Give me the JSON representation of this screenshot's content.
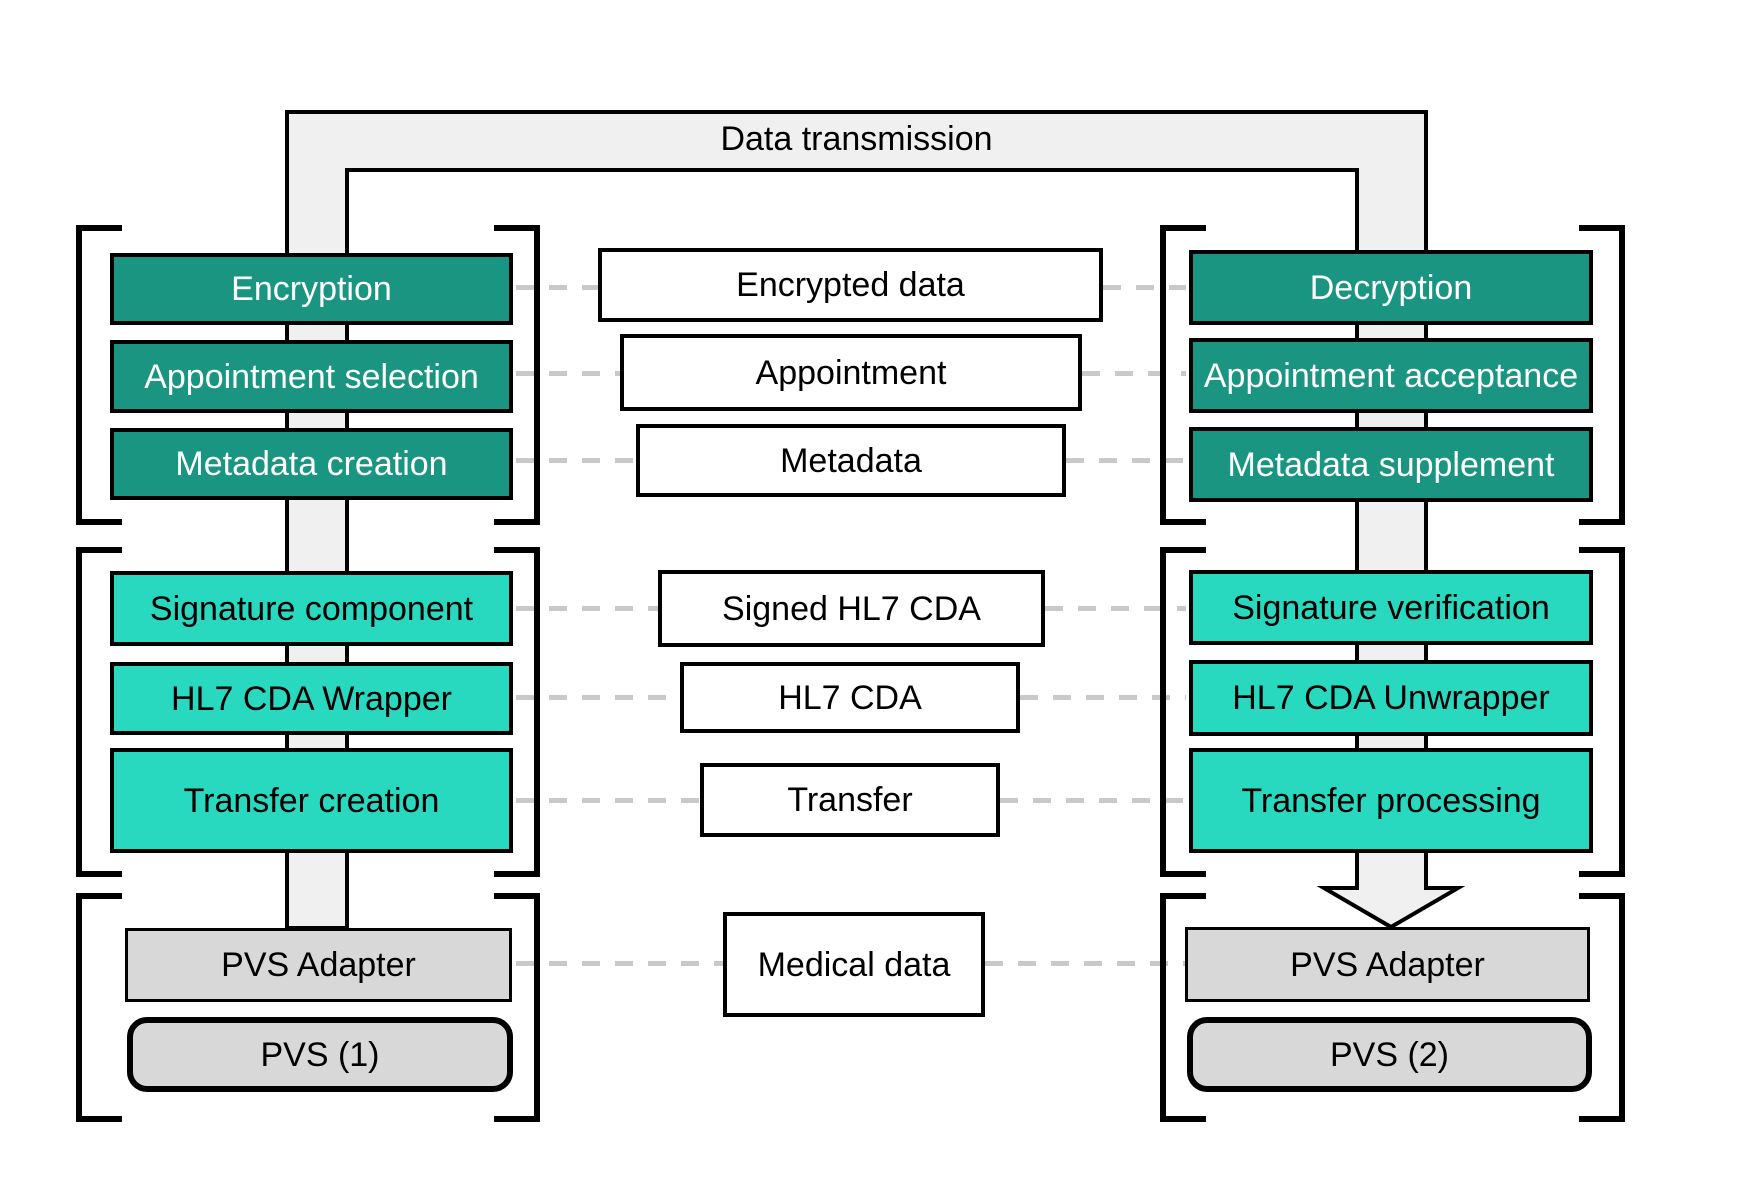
{
  "title": "Data transmission",
  "colors": {
    "teal_dark": "#1a9582",
    "teal_light": "#28d9c0",
    "gray_box": "#d8d8d8",
    "pipe_fill": "#f0f0f0",
    "dash": "#c9c9c9",
    "border": "#000000"
  },
  "sender": {
    "security_steps": [
      "Encryption",
      "Appointment selection",
      "Metadata creation"
    ],
    "document_steps": [
      "Signature component",
      "HL7 CDA Wrapper",
      "Transfer creation"
    ],
    "system": [
      "PVS Adapter",
      "PVS (1)"
    ]
  },
  "artifacts": [
    "Encrypted data",
    "Appointment",
    "Metadata",
    "Signed HL7 CDA",
    "HL7 CDA",
    "Transfer",
    "Medical data"
  ],
  "receiver": {
    "security_steps": [
      "Decryption",
      "Appointment acceptance",
      "Metadata supplement"
    ],
    "document_steps": [
      "Signature verification",
      "HL7 CDA Unwrapper",
      "Transfer processing"
    ],
    "system": [
      "PVS Adapter",
      "PVS (2)"
    ]
  }
}
